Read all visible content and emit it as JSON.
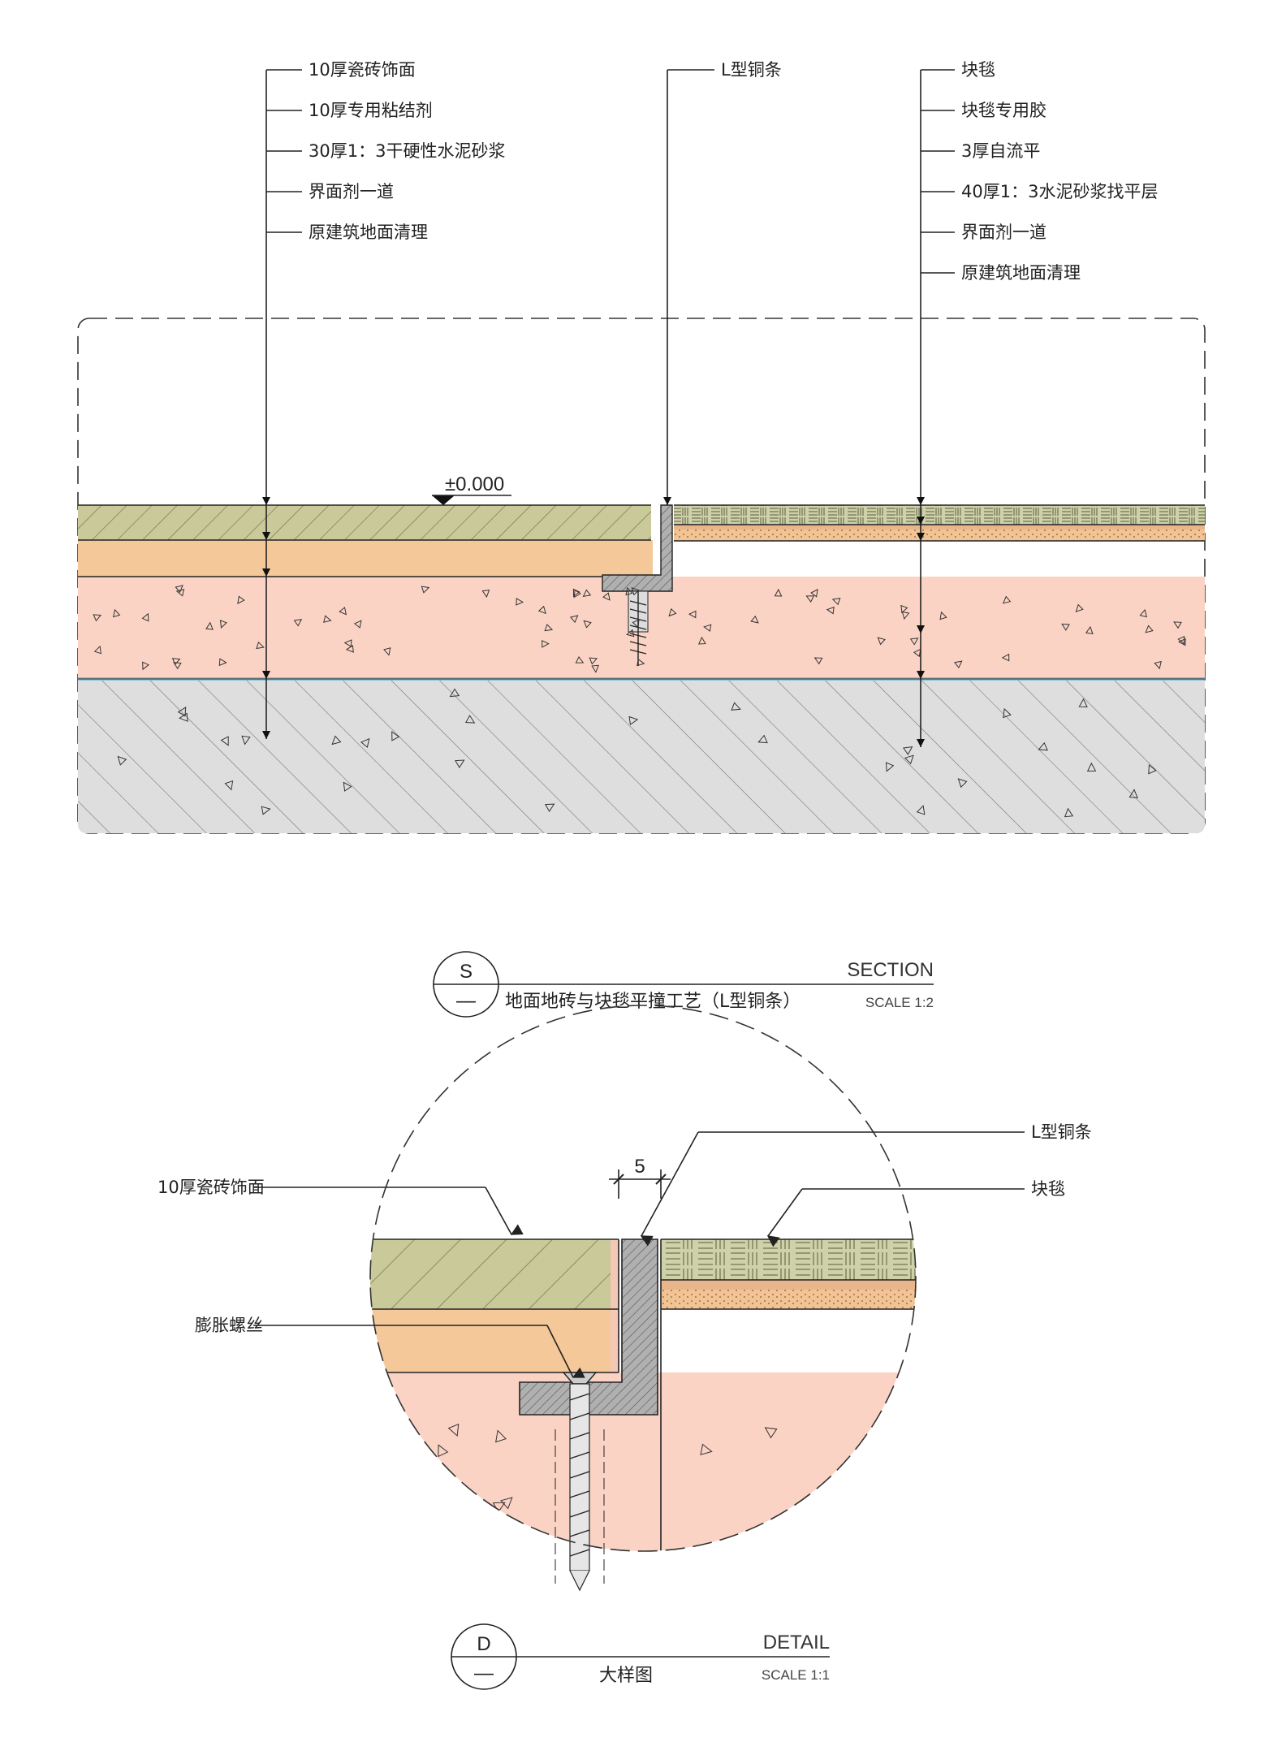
{
  "section": {
    "left_labels": [
      "10厚瓷砖饰面",
      "10厚专用粘结剂",
      "30厚1：3干硬性水泥砂浆",
      "界面剂一道",
      "原建筑地面清理"
    ],
    "middle_label": "L型铜条",
    "right_labels": [
      "块毯",
      "块毯专用胶",
      "3厚自流平",
      "40厚1：3水泥砂浆找平层",
      "界面剂一道",
      "原建筑地面清理"
    ],
    "elevation": "±0.000",
    "title": {
      "marker_letter": "S",
      "marker_sub": "—",
      "heading": "SECTION",
      "name": "地面地砖与块毯平撞工艺（L型铜条）",
      "scale": "SCALE 1:2"
    }
  },
  "detail": {
    "label_tile": "10厚瓷砖饰面",
    "label_screw": "膨胀螺丝",
    "label_strip": "L型铜条",
    "label_carpet": "块毯",
    "dimension": "5",
    "title": {
      "marker_letter": "D",
      "marker_sub": "—",
      "heading": "DETAIL",
      "name": "大样图",
      "scale": "SCALE 1:1"
    }
  },
  "colors": {
    "tile": "#c9c99a",
    "adhesive_mortar": "#f4c898",
    "screed": "#fbd3c4",
    "substrate": "#dedede",
    "carpet": "#cfd2a8",
    "levelling": "#f2c493",
    "membrane": "#7ec3d6",
    "copper_strip": "#b0b0b0"
  }
}
